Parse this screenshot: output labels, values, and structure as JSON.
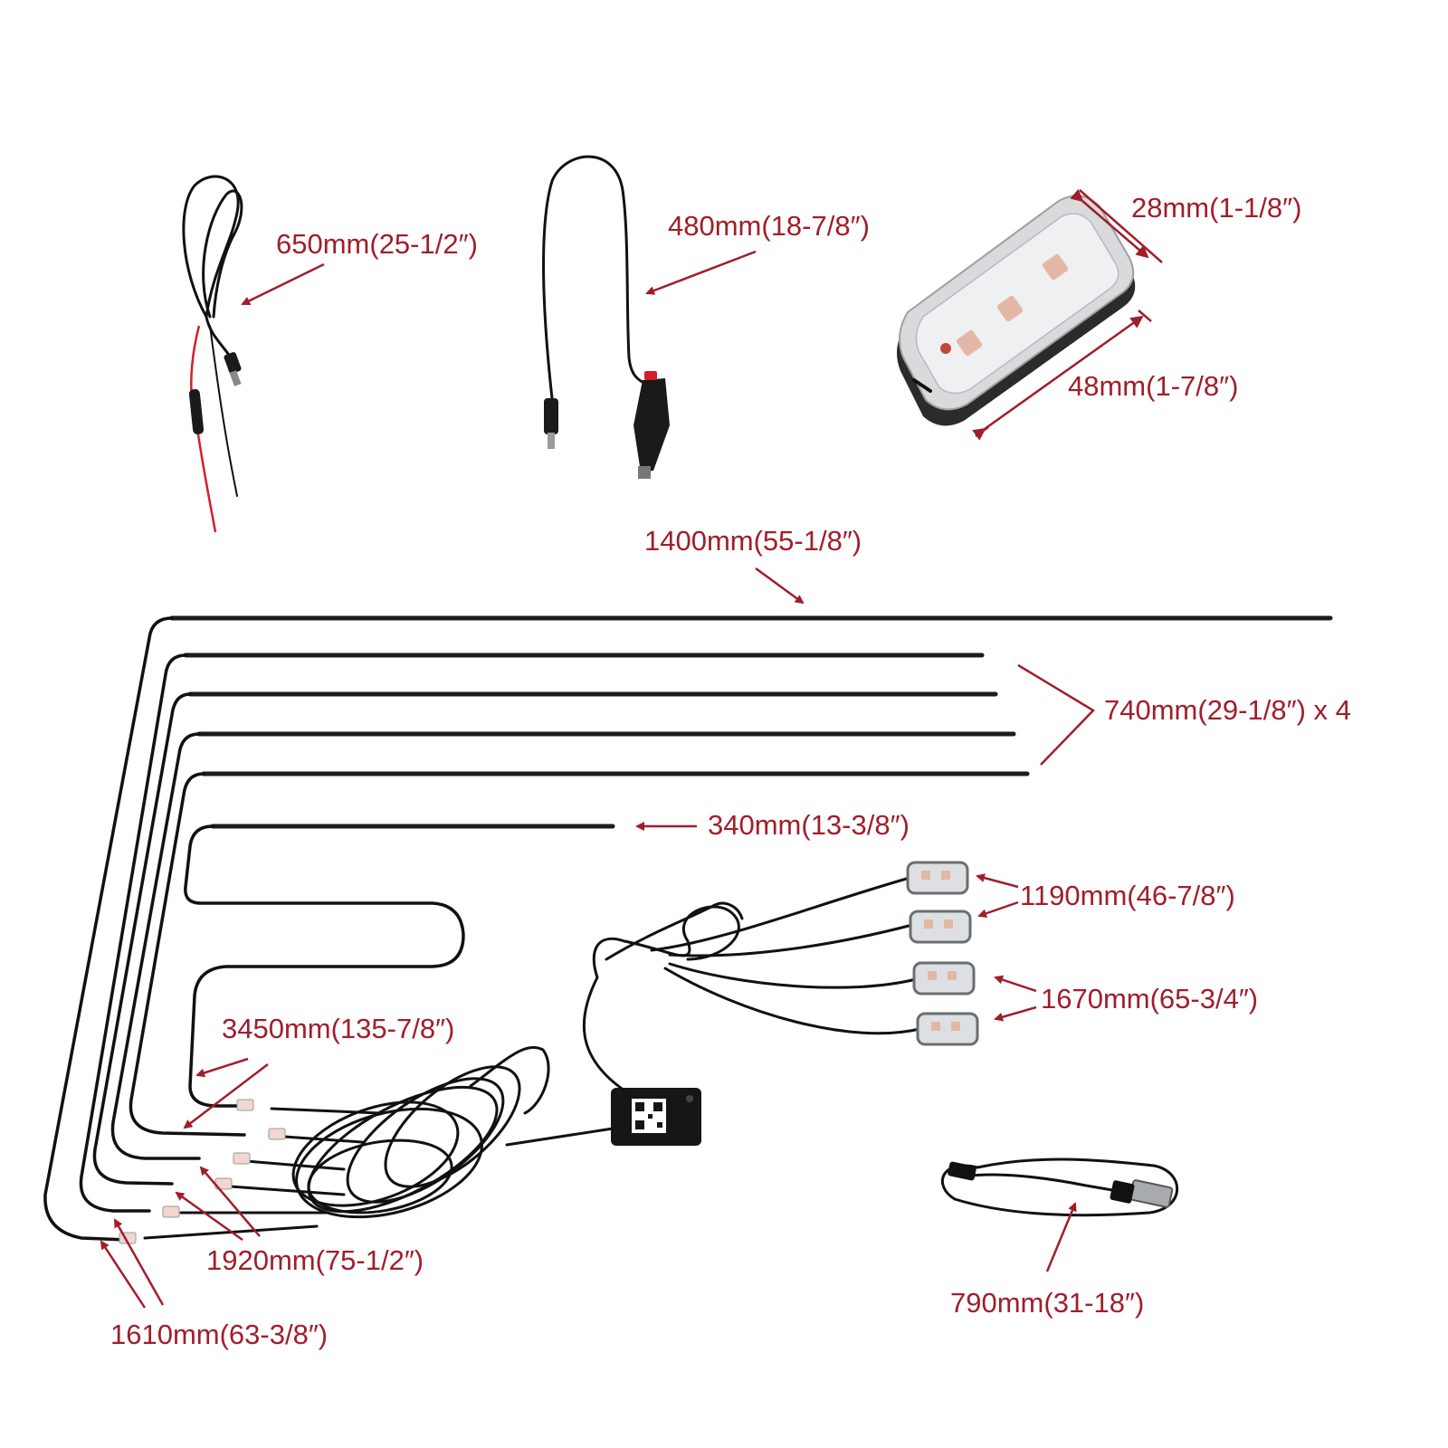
{
  "labels": {
    "power_cable": "650mm(25-1/2″)",
    "cigarette_cable": "480mm(18-7/8″)",
    "module_width": "28mm(1-1/8″)",
    "module_length": "48mm(1-7/8″)",
    "strip_long": "1400mm(55-1/8″)",
    "strip_x4": "740mm(29-1/8″) x 4",
    "strip_short": "340mm(13-3/8″)",
    "lamp_lead_a": "1190mm(46-7/8″)",
    "lamp_lead_b": "1670mm(65-3/4″)",
    "lead_3450": "3450mm(135-7/8″)",
    "lead_1920": "1920mm(75-1/2″)",
    "lead_1610": "1610mm(63-3/8″)",
    "usb_cable": "790mm(31-18″)"
  },
  "colors": {
    "annotation": "#a01e2a",
    "cable": "#111111",
    "red_wire": "#d1202a"
  }
}
